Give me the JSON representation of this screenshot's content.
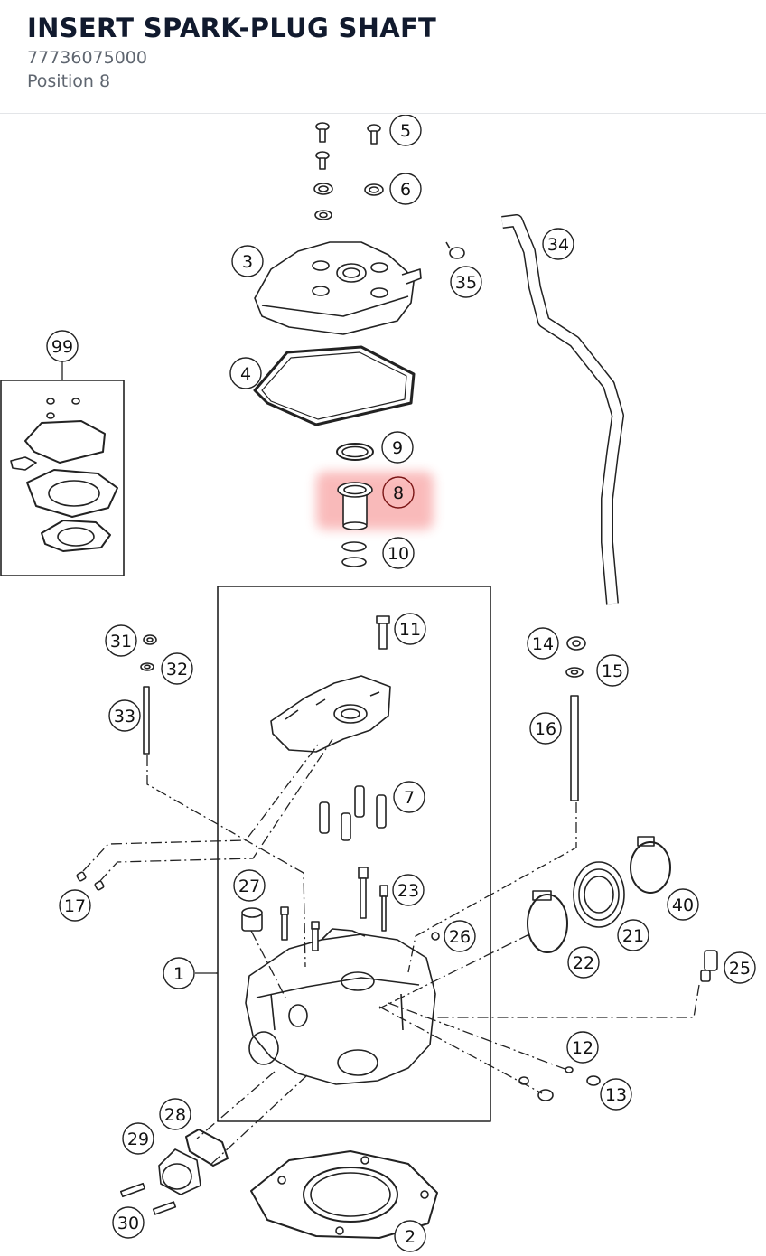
{
  "header": {
    "title": "INSERT SPARK-PLUG SHAFT",
    "part_number": "77736075000",
    "position": "Position 8"
  },
  "diagram": {
    "highlight_color": "#f03c3c",
    "highlighted_callout": "8",
    "callouts": [
      "1",
      "2",
      "3",
      "4",
      "5",
      "6",
      "7",
      "8",
      "9",
      "10",
      "11",
      "12",
      "13",
      "14",
      "15",
      "16",
      "17",
      "21",
      "22",
      "23",
      "25",
      "26",
      "27",
      "28",
      "29",
      "30",
      "31",
      "32",
      "33",
      "34",
      "35",
      "40",
      "99"
    ]
  }
}
